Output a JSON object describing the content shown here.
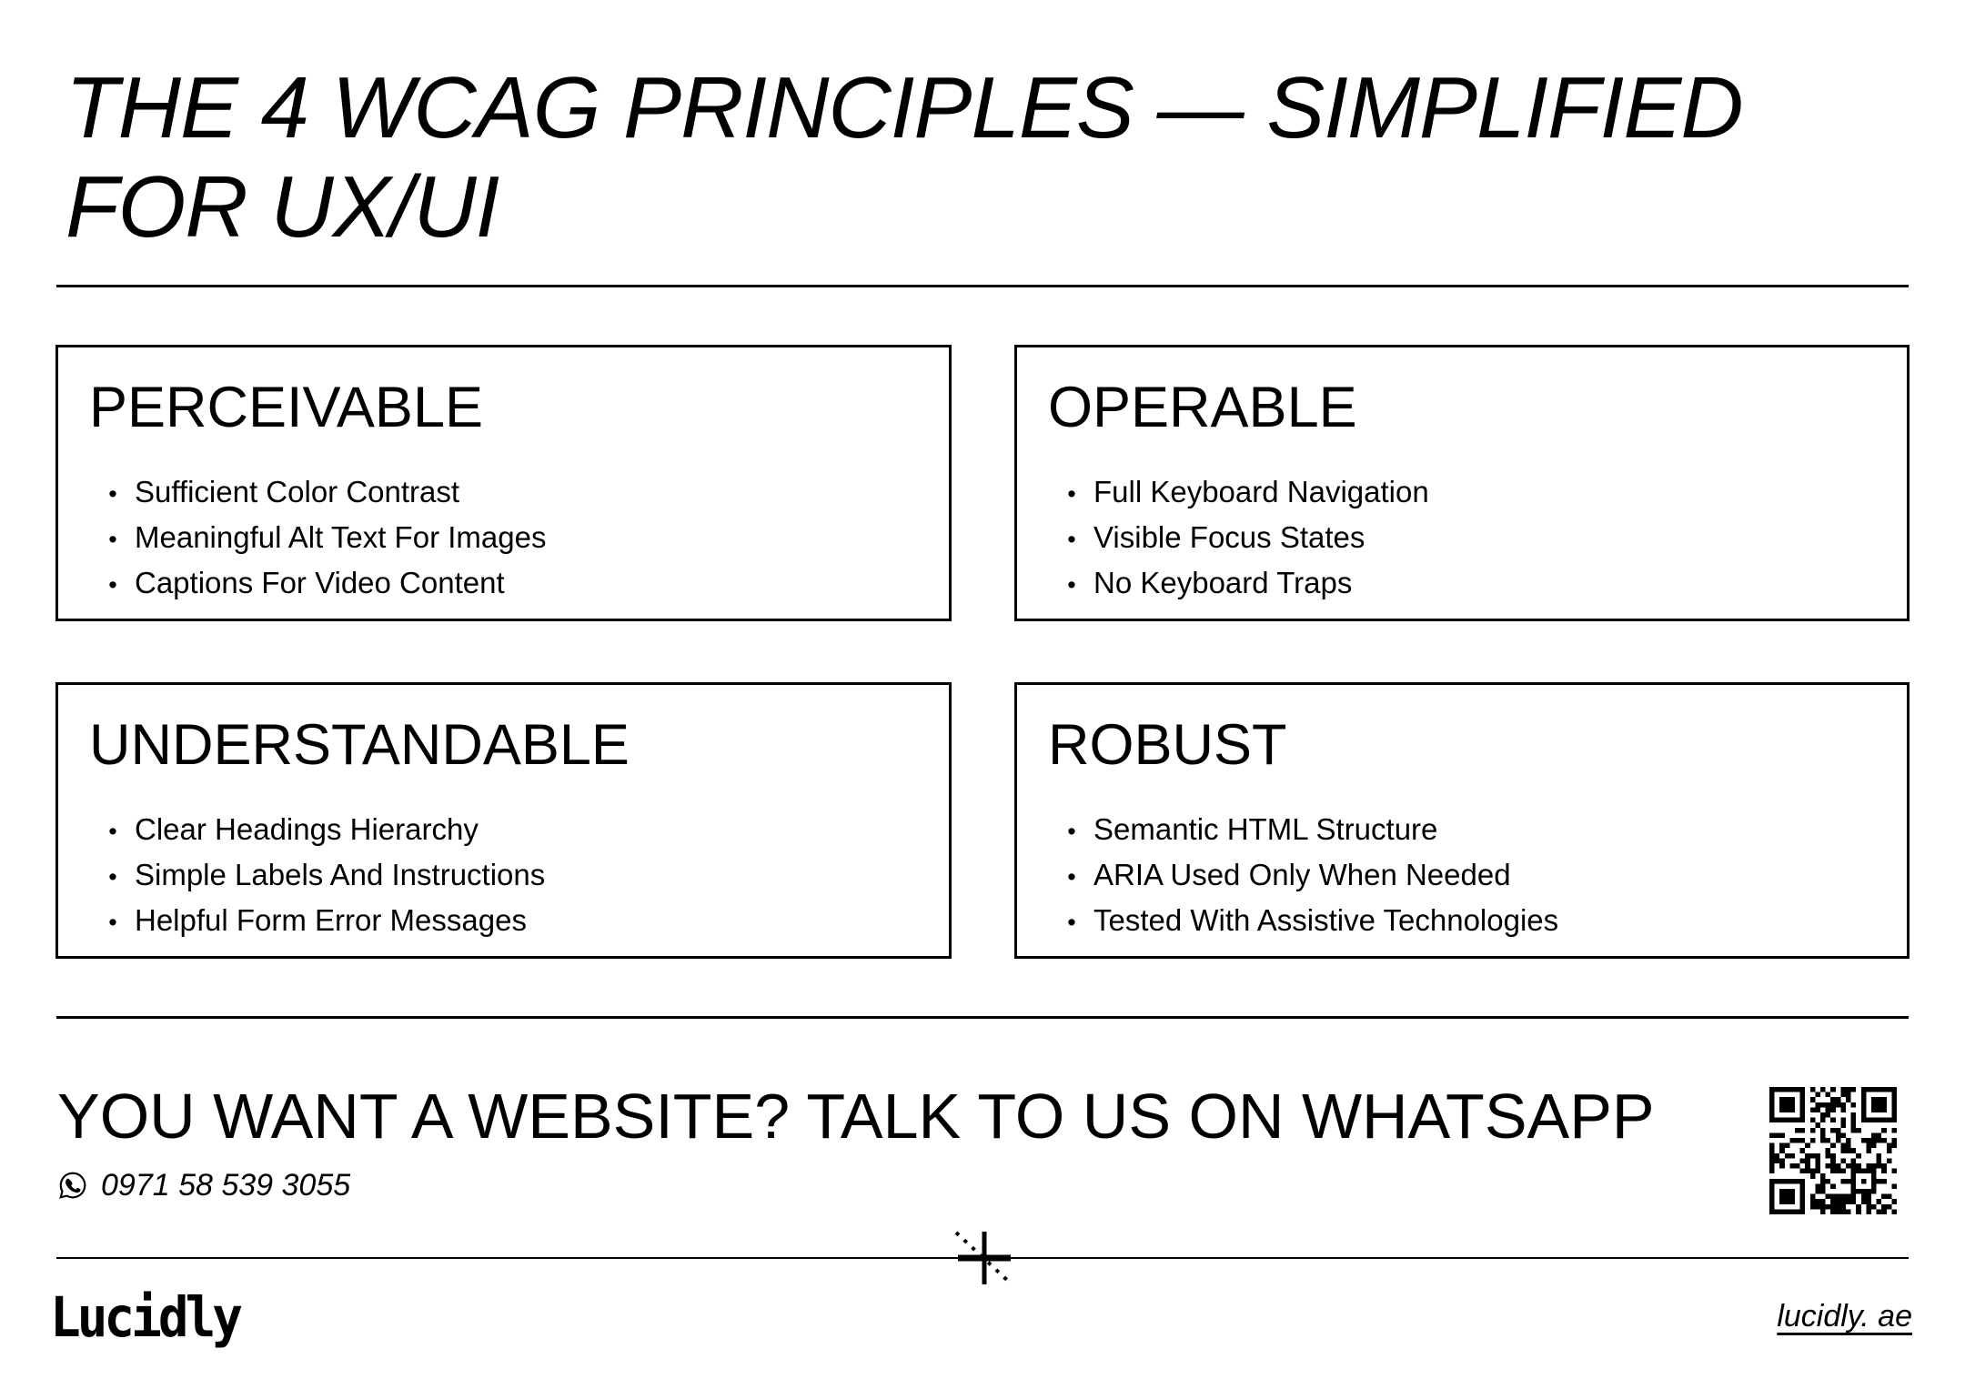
{
  "title": {
    "line1": "THE 4 WCAG PRINCIPLES — SIMPLIFIED",
    "line2": "FOR UX/UI"
  },
  "list_bullet": "•",
  "principles": [
    {
      "heading": "PERCEIVABLE",
      "items": [
        "Sufficient Color Contrast",
        "Meaningful Alt Text For Images",
        "Captions For Video Content"
      ]
    },
    {
      "heading": "OPERABLE",
      "items": [
        "Full Keyboard Navigation",
        "Visible Focus States",
        "No Keyboard Traps"
      ]
    },
    {
      "heading": "UNDERSTANDABLE",
      "items": [
        "Clear Headings Hierarchy",
        "Simple Labels And Instructions",
        "Helpful Form Error Messages"
      ]
    },
    {
      "heading": "ROBUST",
      "items": [
        "Semantic HTML Structure",
        "ARIA Used Only When Needed",
        "Tested With Assistive Technologies"
      ]
    }
  ],
  "cta": {
    "heading": "YOU WANT A WEBSITE? TALK TO US ON WHATSAPP",
    "phone": "0971 58 539 3055"
  },
  "icons": {
    "whatsapp": "whatsapp-icon",
    "qr": "qr-code",
    "registration_mark": "registration-mark-icon"
  },
  "footer": {
    "logo": "Lucidly",
    "website": "lucidly. ae"
  },
  "colors": {
    "foreground": "#000000",
    "background": "#ffffff"
  }
}
